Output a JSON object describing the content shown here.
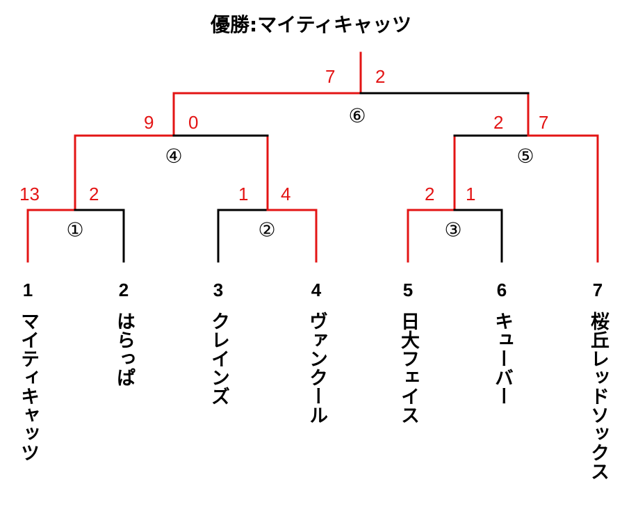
{
  "title": {
    "label": "優勝",
    "separator": ":",
    "champion": "マイティキャッツ"
  },
  "colors": {
    "winner_path": "#e31414",
    "loser_path": "#000000",
    "score_text": "#e31414"
  },
  "teams": [
    {
      "seed": "1",
      "name": "マイティキャッツ"
    },
    {
      "seed": "2",
      "name": "はらっぱ"
    },
    {
      "seed": "3",
      "name": "クレインズ"
    },
    {
      "seed": "4",
      "name": "ヴァンクール"
    },
    {
      "seed": "5",
      "name": "日大フェイス"
    },
    {
      "seed": "6",
      "name": "キューバー"
    },
    {
      "seed": "7",
      "name": "桜丘レッドソックス"
    }
  ],
  "matches": [
    {
      "number": "①",
      "left_score": "13",
      "right_score": "2"
    },
    {
      "number": "②",
      "left_score": "1",
      "right_score": "4"
    },
    {
      "number": "③",
      "left_score": "2",
      "right_score": "1"
    },
    {
      "number": "④",
      "left_score": "9",
      "right_score": "0"
    },
    {
      "number": "⑤",
      "left_score": "2",
      "right_score": "7"
    },
    {
      "number": "⑥",
      "left_score": "7",
      "right_score": "2"
    }
  ]
}
